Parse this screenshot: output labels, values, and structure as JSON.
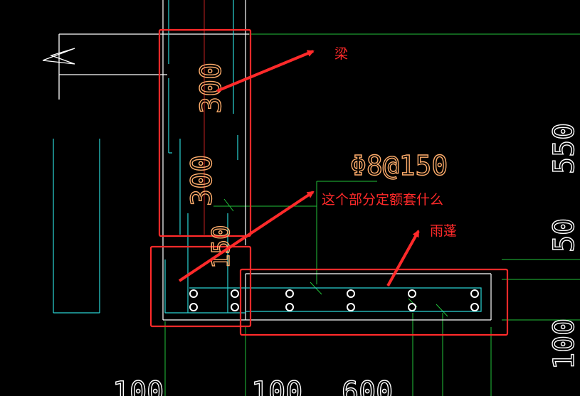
{
  "drawing": {
    "colors": {
      "background": "#000000",
      "line_white": "#ffffff",
      "line_cyan": "#2ad4d4",
      "line_green": "#22c23a",
      "line_red": "#c02020",
      "dim_orange": "#ffad6b",
      "annotation_red": "#ff2a2a"
    },
    "rebar_label": "Φ8@150",
    "beam_dims": {
      "upper": "300",
      "lower": "300"
    },
    "side_dims": {
      "top": "550",
      "middle": "50",
      "bottom": "100"
    },
    "bottom_dims": {
      "left": "100",
      "middle": "100",
      "right": "600"
    },
    "small_dim": "150",
    "annotations": {
      "beam": "梁",
      "question": "这个部分定额套什么",
      "canopy": "雨蓬"
    }
  }
}
